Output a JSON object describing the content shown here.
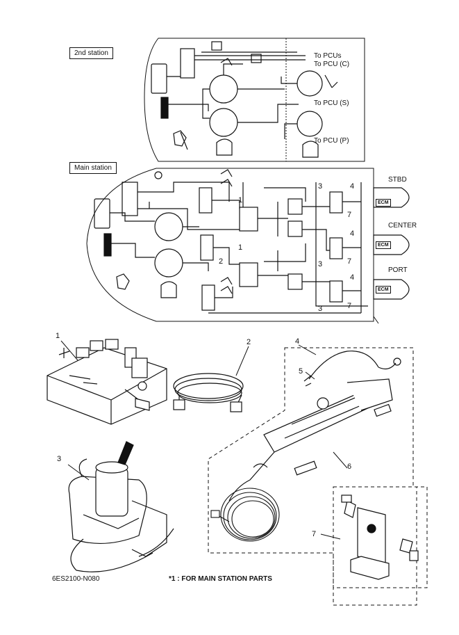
{
  "station_labels": {
    "second": "2nd station",
    "main": "Main station"
  },
  "routing": {
    "to_pcus": "To PCUs",
    "to_pcu_c": "To PCU (C)",
    "to_pcu_s": "To PCU (S)",
    "to_pcu_p": "To PCU (P)"
  },
  "engines": {
    "stbd": "STBD",
    "center": "CENTER",
    "port": "PORT",
    "ecm": "ECM"
  },
  "callouts": [
    "1",
    "2",
    "3",
    "4",
    "5",
    "6",
    "7"
  ],
  "footer": {
    "code": "6ES2100-N080",
    "note": "*1 : FOR MAIN STATION PARTS"
  }
}
